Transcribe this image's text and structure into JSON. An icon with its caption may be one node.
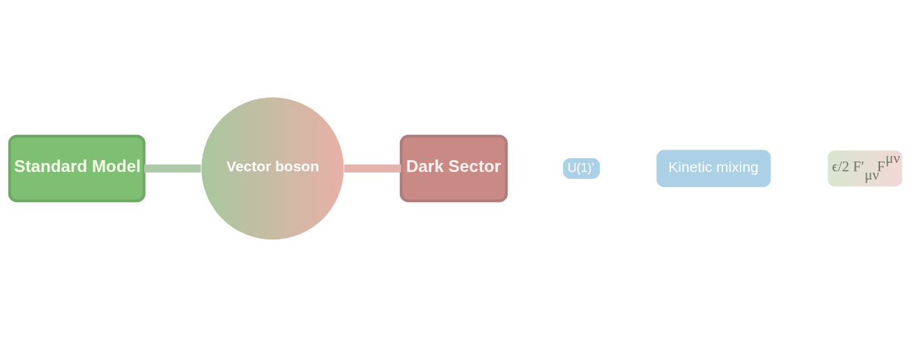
{
  "diagram": {
    "nodes": [
      {
        "text": [
          "Standard Model"
        ]
      },
      {
        "text": [
          "Vector boson"
        ]
      },
      {
        "text": [
          "Dark Sector"
        ]
      },
      {
        "text": [
          "U(1)’"
        ]
      },
      {
        "text": [
          "Kinetic mixing"
        ]
      },
      {
        "text": [
          "ϵ/2 F′$_{μν}$F$^{μν}$"
        ]
      }
    ],
    "edges": [
      {
        "from": 0,
        "to": 1,
        "arrow": "none",
        "color": "#adc9a8"
      },
      {
        "from": 1,
        "to": 2,
        "arrow": "none",
        "color": "#e6b3ac"
      }
    ]
  }
}
